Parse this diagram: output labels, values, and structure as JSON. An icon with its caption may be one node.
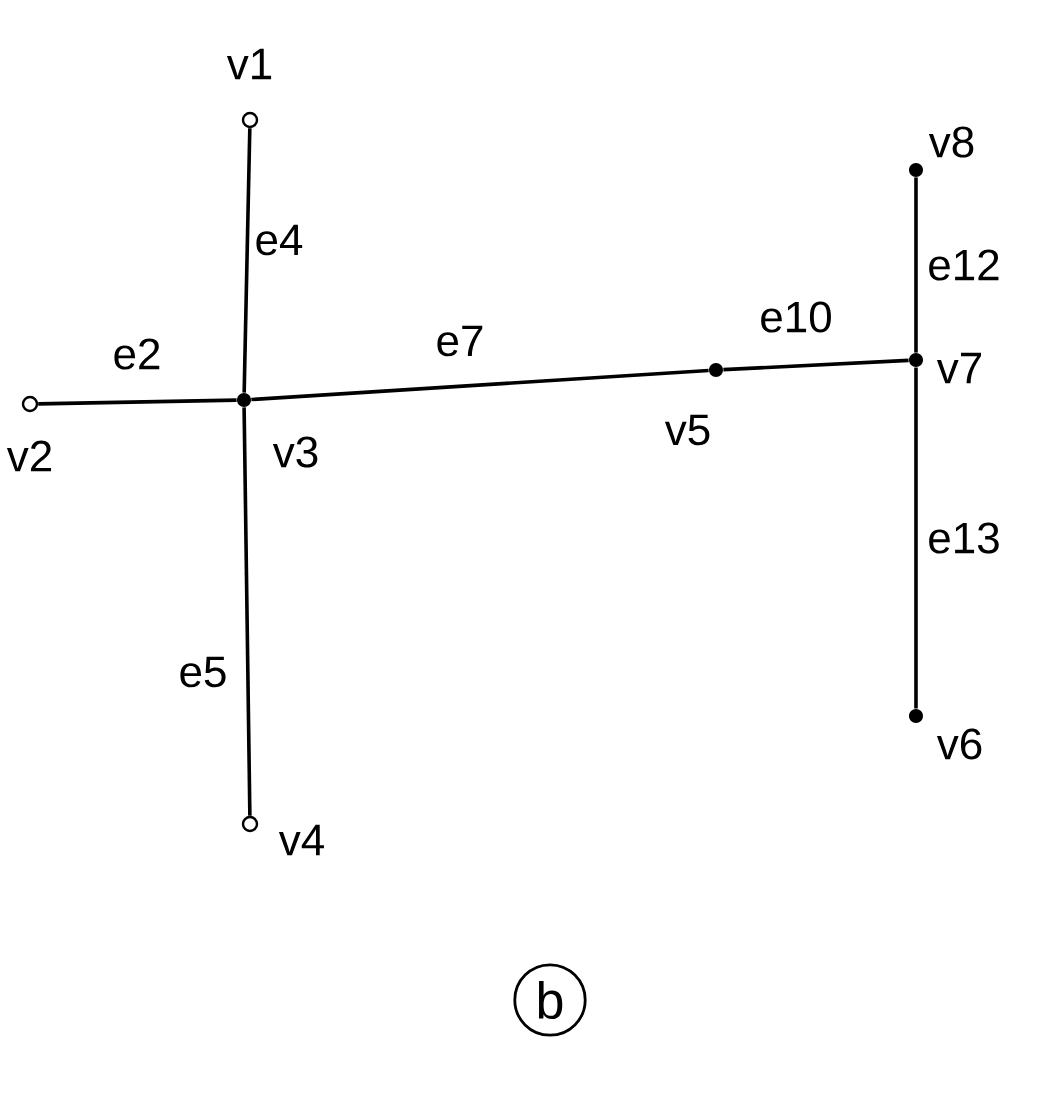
{
  "diagram": {
    "caption": "b",
    "nodes": [
      {
        "text": [],
        "shape": "circle",
        "beside": [
          "v1"
        ]
      },
      {
        "text": [],
        "shape": "dot",
        "beside": [
          "v8"
        ]
      },
      {
        "text": [],
        "shape": "circle",
        "beside": [
          "v2"
        ]
      },
      {
        "text": [],
        "shape": "dot",
        "beside": [
          "v3"
        ]
      },
      {
        "text": [],
        "shape": "dot",
        "beside": [
          "v5"
        ]
      },
      {
        "text": [],
        "shape": "dot",
        "beside": [
          "v7"
        ]
      },
      {
        "text": [],
        "shape": "dot",
        "beside": [
          "v6"
        ]
      },
      {
        "text": [],
        "shape": "circle",
        "beside": [
          "v4"
        ]
      }
    ],
    "edges": [
      {
        "from": 0,
        "to": 3,
        "arrow": "none",
        "label": "e4"
      },
      {
        "from": 2,
        "to": 3,
        "arrow": "none",
        "label": "e2"
      },
      {
        "from": 3,
        "to": 4,
        "arrow": "none",
        "label": "e7"
      },
      {
        "from": 4,
        "to": 5,
        "arrow": "none",
        "label": "e10"
      },
      {
        "from": 3,
        "to": 7,
        "arrow": "none",
        "label": "e5"
      },
      {
        "from": 1,
        "to": 5,
        "arrow": "none",
        "label": "e12"
      },
      {
        "from": 5,
        "to": 6,
        "arrow": "none",
        "label": "e13"
      }
    ]
  }
}
